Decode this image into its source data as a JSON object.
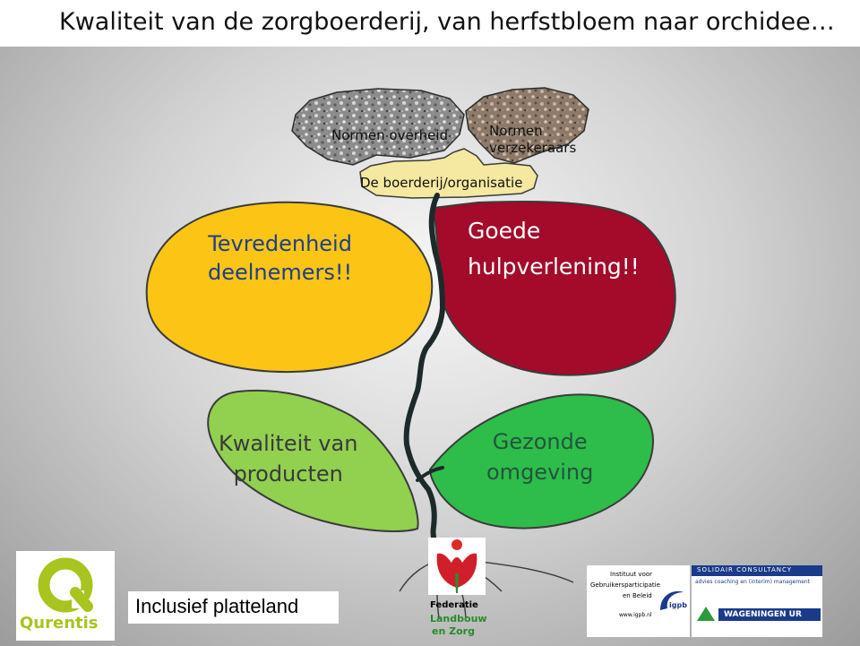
{
  "slide": {
    "title": "Kwaliteit van de zorgboerderij, van herfstbloem naar orchidee…"
  },
  "diagram": {
    "stone_gray_label": "Normen overheid",
    "stone_brown_label": "Normen\nverzekeraars",
    "farm_label": "De boerderij/organisatie",
    "petals": {
      "yellow": "Tevredenheid\ndeelnemers!!",
      "red": "Goede\nhulpverlening!!",
      "lime": "Kwaliteit van\nproducten",
      "green": "Gezonde\nomgeving"
    },
    "colors": {
      "yellow": "#fcc515",
      "red": "#a40a2a",
      "lime": "#92d050",
      "green": "#2ebd4a",
      "stem": "#1c2a2a",
      "farm_blob": "#f5e8a0"
    }
  },
  "footer": {
    "text": "Inclusief platteland",
    "logos": {
      "quarentis": "Qurentis",
      "federatie": [
        "Federatie",
        "Landbouw",
        "en Zorg"
      ],
      "igpb": [
        "Instituut voor",
        "Gebruikersparticipatie",
        "en Beleid",
        "www.igpb.nl"
      ],
      "igpb_mark": "igpb",
      "solidair": "SOLIDAIR CONSULTANCY",
      "solidair_sub": "advies coaching en (interim) management",
      "wageningen": "WAGENINGEN UR"
    }
  }
}
